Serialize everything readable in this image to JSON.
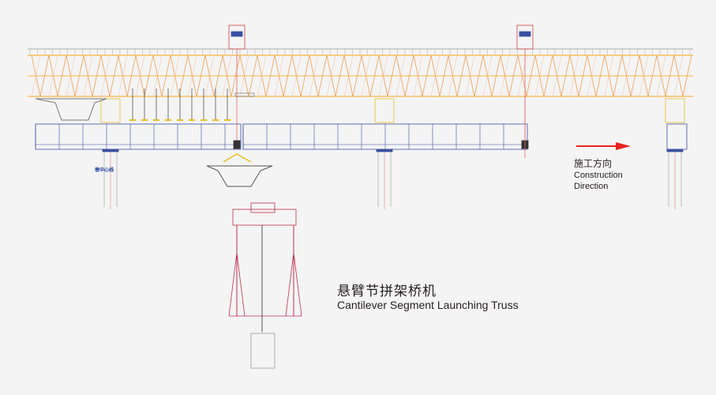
{
  "direction": {
    "label_cn": "施工方向",
    "label_en_line1": "Construction",
    "label_en_line2": "Direction"
  },
  "title": {
    "cn": "悬臂节拼架桥机",
    "en": "Cantilever Segment Launching Truss"
  },
  "pier_label": "墩中心线",
  "colors": {
    "truss": "#f0a050",
    "truss_chord": "#f5c060",
    "girder": "#3b4fa0",
    "crane": "#c0304a",
    "arrow": "#e8231f",
    "hanger": "#e8c020"
  }
}
